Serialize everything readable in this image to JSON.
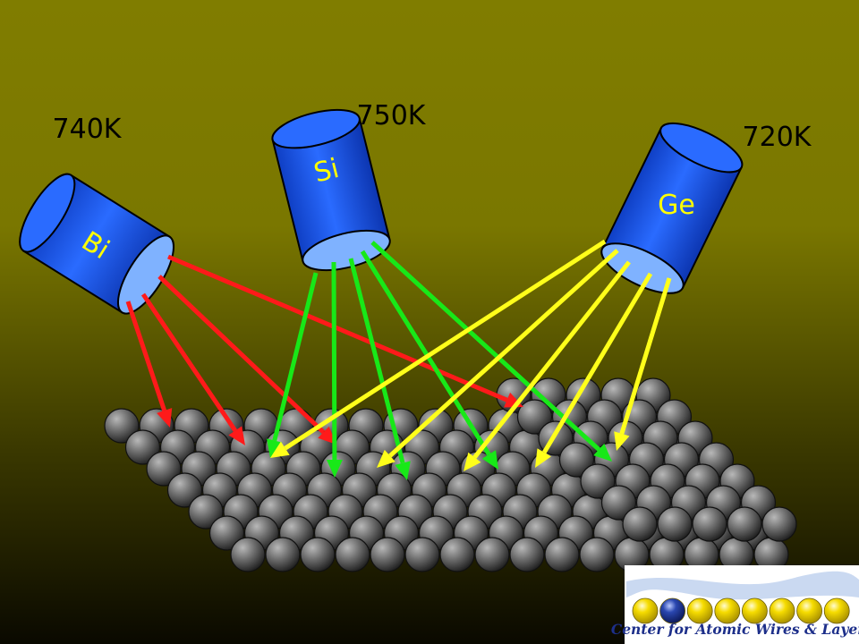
{
  "sources": [
    {
      "element": "Bi",
      "temperature": "740K",
      "beam_color": "#ff1a1a"
    },
    {
      "element": "Si",
      "temperature": "750K",
      "beam_color": "#18e818"
    },
    {
      "element": "Ge",
      "temperature": "720K",
      "beam_color": "#ffff1a"
    }
  ],
  "colors": {
    "background_top": "#807d00",
    "background_bottom": "#0a0900",
    "cell_body": "#1a55e8",
    "cell_opening": "#7fb2ff",
    "atom": "#6e6e6e",
    "label_text": "#000000",
    "element_text": "#ffff00"
  },
  "logo": {
    "text": "Center for Atomic Wires & Layers",
    "ball_colors": [
      "#f4d800",
      "#1d3b9a",
      "#f4d800",
      "#f4d800",
      "#f4d800",
      "#f4d800",
      "#f4d800",
      "#f4d800",
      "#f4d800",
      "#f4d800",
      "#f4d800"
    ]
  }
}
